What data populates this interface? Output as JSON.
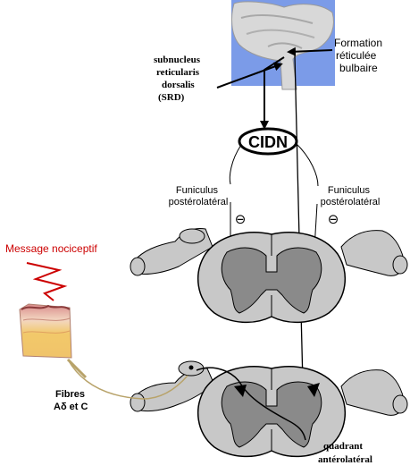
{
  "labels": {
    "formation": [
      "Formation",
      "réticulée",
      "bulbaire"
    ],
    "srd": [
      "subnucleus",
      "reticularis",
      "dorsalis",
      "(SRD)"
    ],
    "cidn": "CIDN",
    "funiculus_left": [
      "Funiculus",
      "postérolatéral"
    ],
    "funiculus_right": [
      "Funiculus",
      "postérolatéral"
    ],
    "inhibition_symbol": "⊖",
    "message": "Message nociceptif",
    "fibres": [
      "Fibres",
      "Aδ et C"
    ],
    "quadrant": [
      "quadrant",
      "antérolatéral"
    ]
  },
  "colors": {
    "message": "#cc0000",
    "brain_bg": "#7b9be8",
    "cord_outer": "#c8c8c8",
    "cord_gray_matter": "#8a8a8a",
    "outline": "#000000",
    "fibre_line": "#b8a36a"
  }
}
